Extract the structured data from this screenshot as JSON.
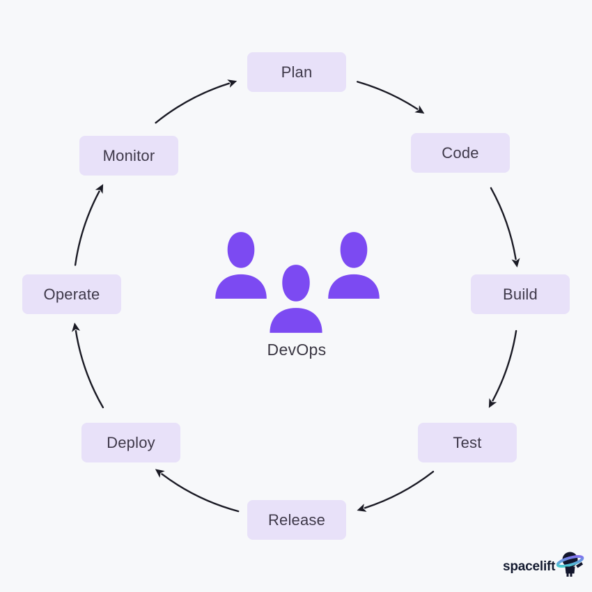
{
  "page": {
    "background": "#F7F8FA"
  },
  "diagram": {
    "type": "cycle",
    "center_label": "DevOps",
    "stages": [
      {
        "id": "plan",
        "label": "Plan"
      },
      {
        "id": "code",
        "label": "Code"
      },
      {
        "id": "build",
        "label": "Build"
      },
      {
        "id": "test",
        "label": "Test"
      },
      {
        "id": "release",
        "label": "Release"
      },
      {
        "id": "deploy",
        "label": "Deploy"
      },
      {
        "id": "operate",
        "label": "Operate"
      },
      {
        "id": "monitor",
        "label": "Monitor"
      }
    ],
    "flow": [
      "Plan",
      "Code",
      "Build",
      "Test",
      "Release",
      "Deploy",
      "Operate",
      "Monitor",
      "Plan"
    ],
    "icons": [
      {
        "name": "person-icon",
        "count": 3
      }
    ],
    "colors": {
      "stage_box_fill": "#E8E1F9",
      "stage_text": "#3E3849",
      "arrow": "#1A1A24",
      "person_purple": "#7C4AF2"
    }
  },
  "branding": {
    "logo_text": "spacelift",
    "logo_colors": {
      "text": "#131A2F",
      "mascot_body": "#12152B",
      "ring_teal": "#3FD9C9",
      "ring_purple": "#8A63F2"
    }
  }
}
